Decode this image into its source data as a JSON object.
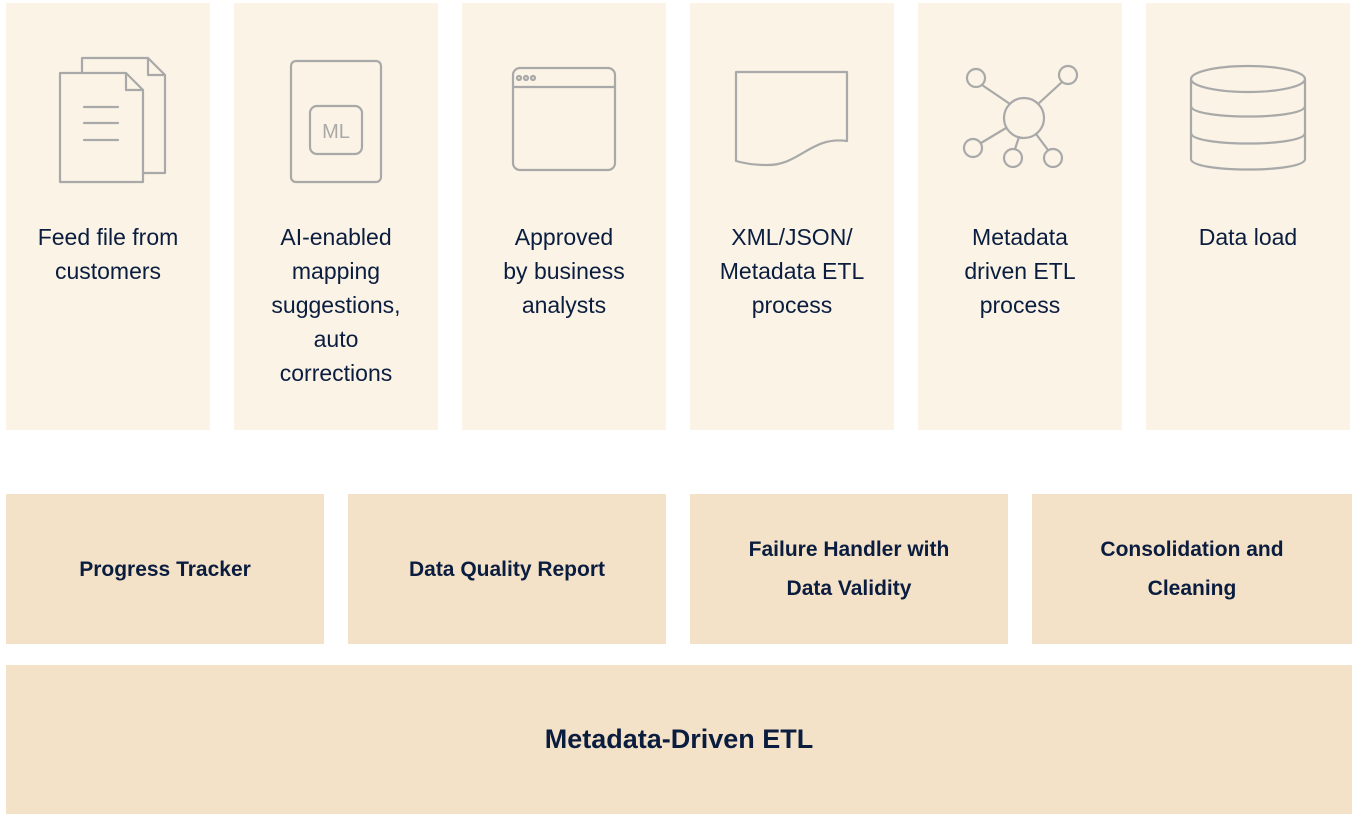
{
  "steps": [
    {
      "label": "Feed file from\ncustomers",
      "icon": "document-stack-icon"
    },
    {
      "label": "AI-enabled\nmapping\nsuggestions,\nauto\ncorrections",
      "icon": "ml-document-icon",
      "icon_text": "ML"
    },
    {
      "label": "Approved\nby business\nanalysts",
      "icon": "browser-window-icon"
    },
    {
      "label": "XML/JSON/\nMetadata ETL\nprocess",
      "icon": "wavy-document-icon"
    },
    {
      "label": "Metadata\ndriven ETL\nprocess",
      "icon": "network-nodes-icon"
    },
    {
      "label": "Data load",
      "icon": "database-icon"
    }
  ],
  "features": [
    {
      "label": "Progress Tracker"
    },
    {
      "label": "Data Quality Report"
    },
    {
      "label": "Failure Handler with\nData Validity"
    },
    {
      "label": "Consolidation and\nCleaning"
    }
  ],
  "base": {
    "label": "Metadata-Driven ETL"
  },
  "colors": {
    "step_bg": "#faf3e6",
    "feature_bg": "#f4e2c8",
    "text": "#0b1d3f",
    "icon_stroke": "#a9a9a9"
  }
}
